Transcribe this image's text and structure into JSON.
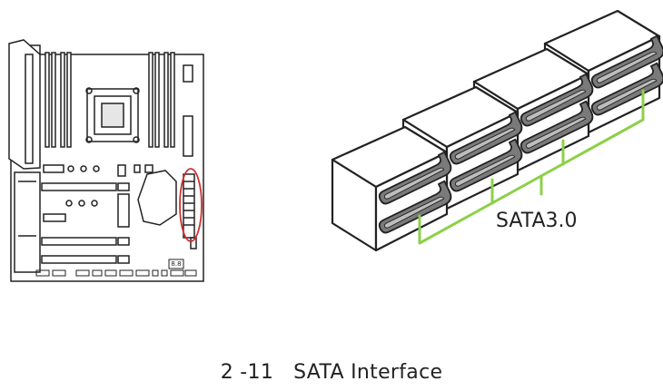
{
  "caption": {
    "number": "2 -11",
    "title": "SATA Interface"
  },
  "connector_label": "SATA3.0",
  "motherboard": {
    "jumper_label": "8.8"
  },
  "colors": {
    "outline": "#222222",
    "port_fill": "#7a7a7a",
    "highlight_ring": "#d03030",
    "bracket": "#8cd04a"
  }
}
